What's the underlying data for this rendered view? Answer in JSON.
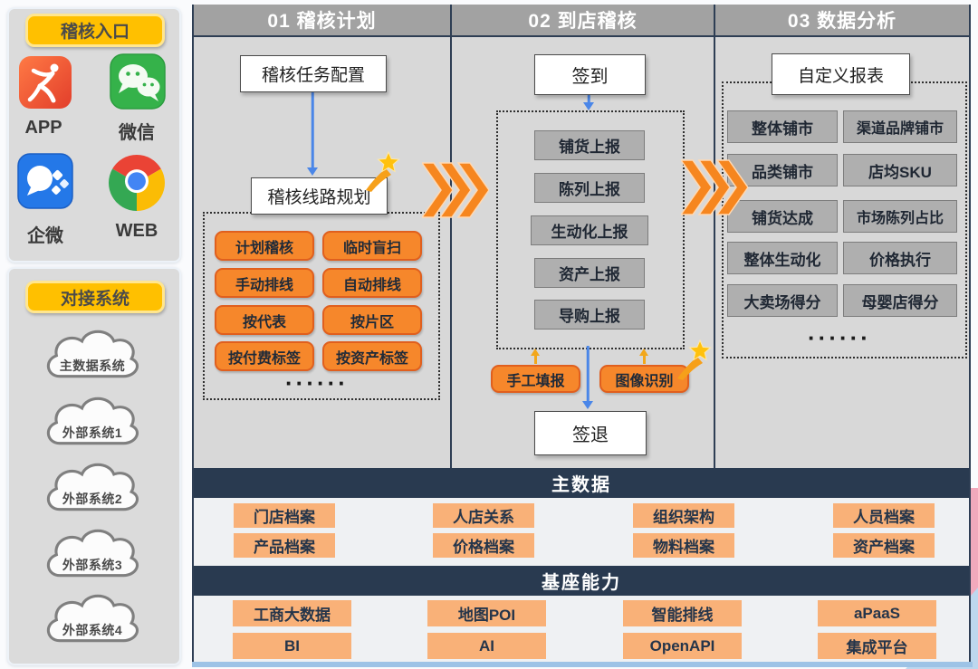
{
  "sidebar": {
    "entry": {
      "title": "稽核入口",
      "apps": [
        {
          "label": "APP"
        },
        {
          "label": "微信"
        },
        {
          "label": "企微"
        },
        {
          "label": "WEB"
        }
      ]
    },
    "systems": {
      "title": "对接系统",
      "clouds": [
        {
          "label": "主数据系统"
        },
        {
          "label": "外部系统1"
        },
        {
          "label": "外部系统2"
        },
        {
          "label": "外部系统3"
        },
        {
          "label": "外部系统4"
        }
      ]
    }
  },
  "columns": {
    "plan": {
      "header": "01 稽核计划",
      "task_box": "稽核任务配置",
      "route_box": "稽核线路规划",
      "items": [
        "计划稽核",
        "临时盲扫",
        "手动排线",
        "自动排线",
        "按代表",
        "按片区",
        "按付费标签",
        "按资产标签"
      ],
      "more": "······"
    },
    "visit": {
      "header": "02 到店稽核",
      "signin_box": "签到",
      "reports": [
        "铺货上报",
        "陈列上报",
        "生动化上报",
        "资产上报",
        "导购上报"
      ],
      "tools": [
        "手工填报",
        "图像识别"
      ],
      "signout_box": "签退"
    },
    "analysis": {
      "header": "03 数据分析",
      "report_box": "自定义报表",
      "metrics": [
        "整体铺市",
        "渠道品牌铺市",
        "品类铺市",
        "店均SKU",
        "铺货达成",
        "市场陈列占比",
        "整体生动化",
        "价格执行",
        "大卖场得分",
        "母婴店得分"
      ],
      "more": "······"
    }
  },
  "footer": {
    "master_data": {
      "title": "主数据",
      "items": [
        "门店档案",
        "产品档案",
        "人店关系",
        "价格档案",
        "组织架构",
        "物料档案",
        "人员档案",
        "资产档案"
      ]
    },
    "base_capability": {
      "title": "基座能力",
      "items": [
        "工商大数据",
        "BI",
        "地图POI",
        "AI",
        "智能排线",
        "OpenAPI",
        "aPaaS",
        "集成平台"
      ]
    }
  },
  "colors": {
    "accent_orange": "#F6872B",
    "peach": "#F9B178",
    "badge_yellow": "#FFC000",
    "header_gray": "#A2A2A2",
    "panel_gray": "#D8D8D8",
    "navy": "#2E3E54",
    "bar_navy": "#293A50",
    "arrow_blue": "#4A86E8",
    "star_gold": "#FFC10D"
  }
}
